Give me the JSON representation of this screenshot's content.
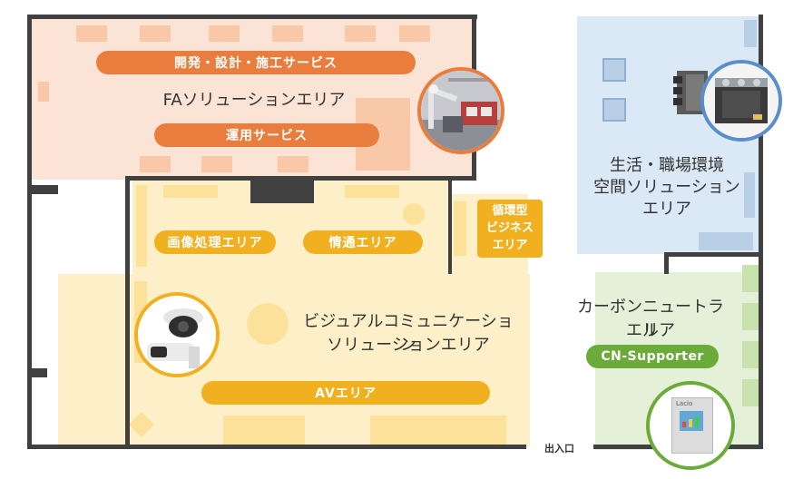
{
  "fa_area": {
    "title": "FAソリューションエリア",
    "pill_top": "開発・設計・施工サービス",
    "pill_bottom": "運用サービス",
    "color": "#e87d3e"
  },
  "living_area": {
    "title_line1": "生活・職場環境",
    "title_line2": "空間ソリューション",
    "title_line3": "エリア"
  },
  "circular_area": {
    "line1": "循環型",
    "line2": "ビジネス",
    "line3": "エリア",
    "color": "#f0b020"
  },
  "visual_area": {
    "pill_image": "画像処理エリア",
    "pill_info": "情通エリア",
    "title_line1": "ビジュアルコミュニケーション",
    "title_line2": "ソリューションエリア",
    "pill_av": "AVエリア",
    "color": "#f0b020"
  },
  "carbon_area": {
    "title_line1": "カーボンニュートラル",
    "title_line2": "エリア",
    "pill": "CN-Supporter",
    "color": "#6aab3a"
  },
  "entrance": {
    "label": "出入口"
  },
  "device_screen_text": "Lacio"
}
